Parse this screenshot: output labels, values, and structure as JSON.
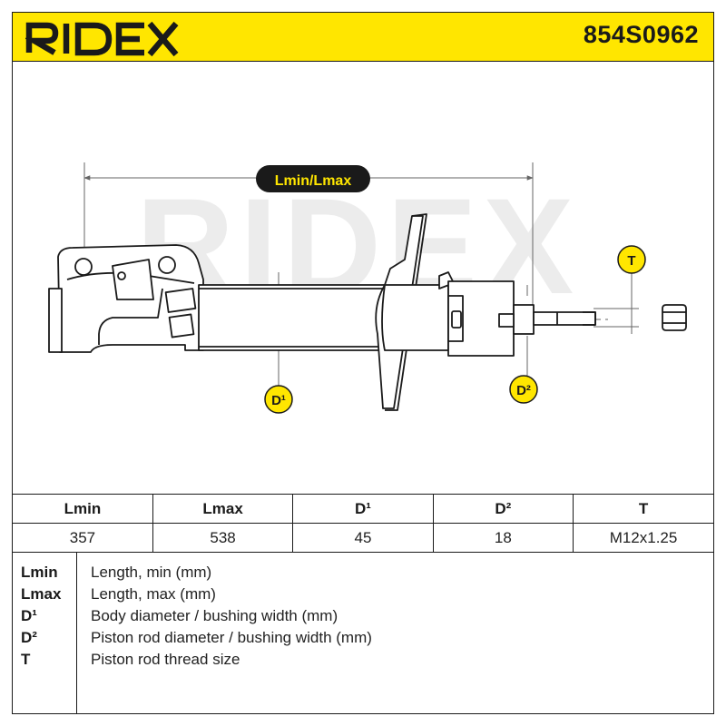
{
  "header": {
    "brand": "RIDEX",
    "part_number": "854S0962"
  },
  "drawing": {
    "watermark": "RIDEX",
    "labels": {
      "length": "Lmin/Lmax",
      "d1": "D¹",
      "d2": "D²",
      "t": "T"
    },
    "colors": {
      "badge": "#ffe600",
      "line": "#1a1a1a",
      "dim": "#666666",
      "watermark": "#d9d9d9"
    }
  },
  "specs": {
    "headers": [
      "Lmin",
      "Lmax",
      "D¹",
      "D²",
      "T"
    ],
    "values": [
      "357",
      "538",
      "45",
      "18",
      "M12x1.25"
    ]
  },
  "legend": [
    {
      "code": "Lmin",
      "description": "Length, min (mm)"
    },
    {
      "code": "Lmax",
      "description": "Length, max (mm)"
    },
    {
      "code": "D¹",
      "description": "Body diameter / bushing width (mm)"
    },
    {
      "code": "D²",
      "description": "Piston rod diameter / bushing width (mm)"
    },
    {
      "code": "T",
      "description": "Piston rod thread size"
    }
  ]
}
